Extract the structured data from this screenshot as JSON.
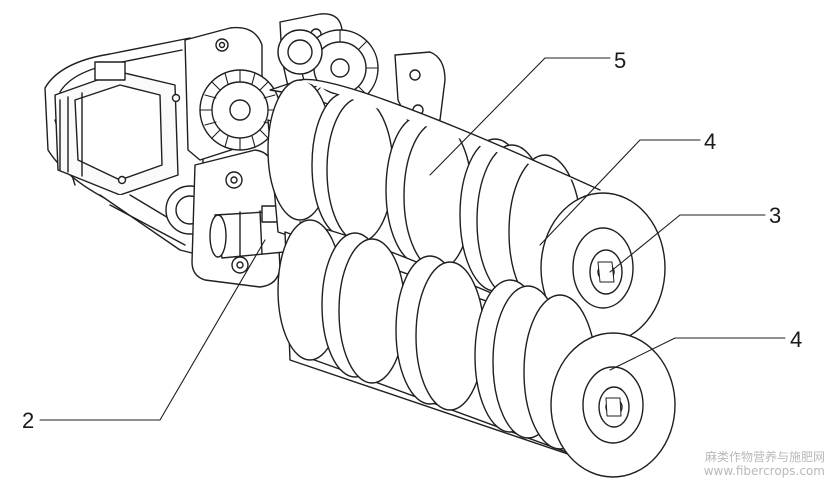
{
  "diagram": {
    "callouts": [
      {
        "id": "5",
        "label": "5"
      },
      {
        "id": "4a",
        "label": "4"
      },
      {
        "id": "3",
        "label": "3"
      },
      {
        "id": "4b",
        "label": "4"
      },
      {
        "id": "2",
        "label": "2"
      }
    ]
  },
  "watermark": {
    "line1": "麻类作物营养与施肥网",
    "line2": "www.fibercrops.com"
  },
  "colors": {
    "ink": "#1f1f1f",
    "paper": "#ffffff",
    "watermark": "#b9b9b9"
  }
}
